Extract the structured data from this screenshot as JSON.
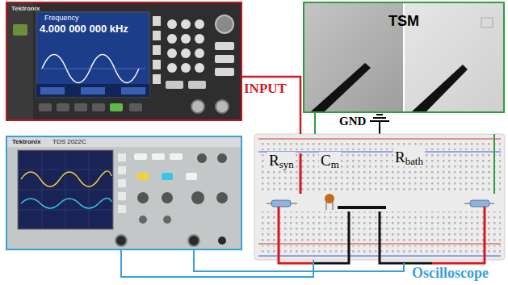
{
  "diagram": {
    "nodes": [
      {
        "text": [
          "Tektronix",
          "Frequency",
          "4.000 000 000 kHz"
        ]
      },
      {
        "text": [
          "TSM"
        ]
      },
      {
        "text": [
          "Tektronix",
          "TDS 2022C"
        ]
      },
      {
        "text": [
          "Rsyn",
          "Cm",
          "Rbath"
        ]
      }
    ],
    "edges": [
      {
        "from": 0,
        "to": 3,
        "label": "INPUT",
        "arrow": "none"
      },
      {
        "from": 1,
        "to": 3,
        "arrow": "none"
      },
      {
        "from": 2,
        "to": 3,
        "label": "Oscilloscope",
        "arrow": "none"
      }
    ],
    "labels": [
      "GND"
    ]
  }
}
